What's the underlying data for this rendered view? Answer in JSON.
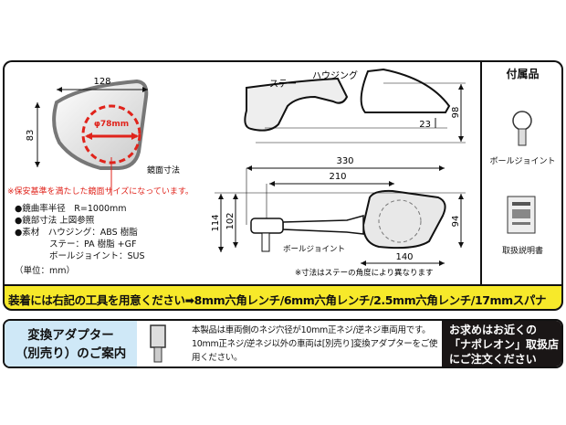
{
  "mirror_face": {
    "width": "128",
    "height": "83",
    "diameter": "φ78mm",
    "label": "鏡面寸法",
    "note": "※保安基準を満たした鏡面サイズになっています。"
  },
  "specs": {
    "items": [
      "●鏡曲率半径　R=1000mm",
      "●鏡部寸法 上図参照",
      "●素材　ハウジング：ABS 樹脂",
      "ステー：PA 樹脂 +GF",
      "ボールジョイント：SUS"
    ],
    "unit": "（単位：mm）"
  },
  "side_view": {
    "housing_label": "ハウジング",
    "stay_label": "ステー",
    "dim_98": "98",
    "dim_23": "23"
  },
  "top_view": {
    "dim_330": "330",
    "dim_210": "210",
    "dim_114": "114",
    "dim_102": "102",
    "dim_94": "94",
    "dim_140": "140",
    "ball_joint_label": "ボールジョイント",
    "note": "※寸法はステーの角度により異なります"
  },
  "accessories": {
    "title": "付属品",
    "items": [
      "ボールジョイント",
      "取扱説明書"
    ]
  },
  "tools_bar": "装着には右記の工具を用意ください➡8mm六角レンチ/6mm六角レンチ/2.5mm六角レンチ/17mmスパナ",
  "adapter": {
    "title_line1": "変換アダプター",
    "title_line2": "（別売り）のご案内",
    "description": "本製品は車両側のネジ穴径が10mm正ネジ/逆ネジ車両用です。10mm正ネジ/逆ネジ以外の車両は[別売り]変換アダプターをご使用ください。",
    "shop_line1": "お求めはお近くの",
    "shop_line2": "「ナポレオン」取扱店",
    "shop_line3": "にご注文ください"
  },
  "colors": {
    "accent_red": "#e0231b",
    "tools_bar": "#f7e92a",
    "adapter_bg": "#cfe8f7"
  }
}
